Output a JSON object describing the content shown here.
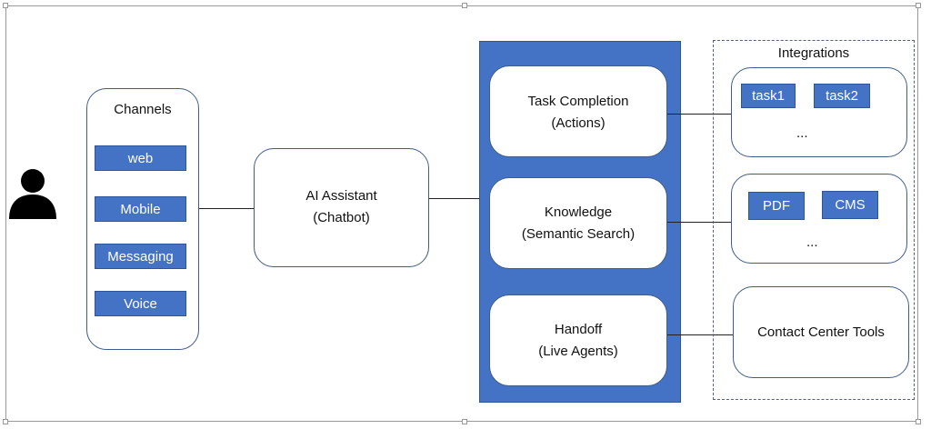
{
  "channels": {
    "title": "Channels",
    "items": [
      "web",
      "Mobile",
      "Messaging",
      "Voice"
    ]
  },
  "assistant": {
    "line1": "AI Assistant",
    "line2": "(Chatbot)"
  },
  "capabilities": [
    {
      "line1": "Task Completion",
      "line2": "(Actions)"
    },
    {
      "line1": "Knowledge",
      "line2": "(Semantic Search)"
    },
    {
      "line1": "Handoff",
      "line2": "(Live Agents)"
    }
  ],
  "integrations": {
    "title": "Integrations",
    "task_group": {
      "items": [
        "task1",
        "task2"
      ],
      "more": "..."
    },
    "content_group": {
      "items": [
        "PDF",
        "CMS"
      ],
      "more": "..."
    },
    "contact_center": "Contact Center Tools"
  },
  "colors": {
    "accent": "#4472c4",
    "border": "#3f5c8a"
  }
}
